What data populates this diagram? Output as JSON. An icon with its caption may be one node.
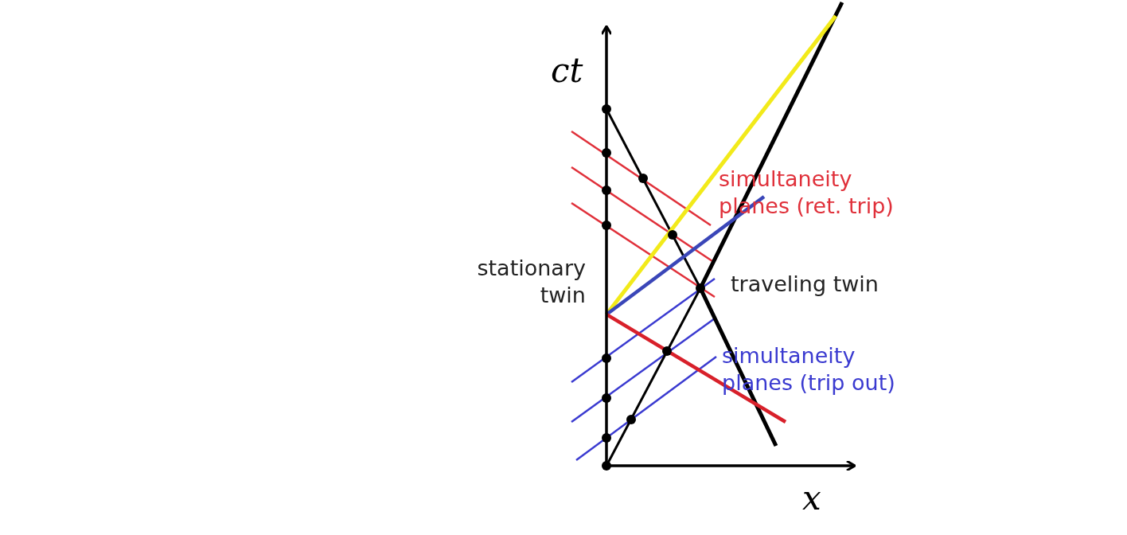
{
  "diagram": {
    "labels": [
      "ct",
      "stationary twin",
      "traveling twin",
      "simultaneity planes (ret. trip)",
      "simultaneity planes (trip out)",
      "x"
    ]
  }
}
